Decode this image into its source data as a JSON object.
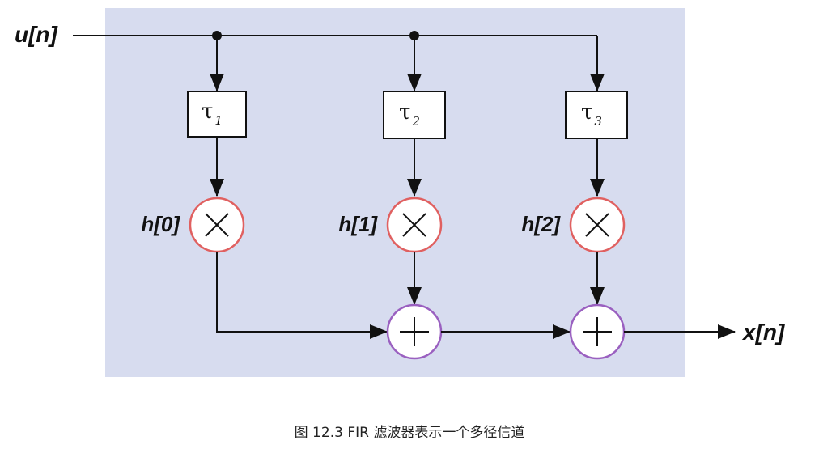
{
  "input_label": "u[n]",
  "output_label": "x[n]",
  "delays": [
    {
      "symbol": "τ",
      "sub": "1"
    },
    {
      "symbol": "τ",
      "sub": "2"
    },
    {
      "symbol": "τ",
      "sub": "3"
    }
  ],
  "coefficients": [
    "h[0]",
    "h[1]",
    "h[2]"
  ],
  "multiplier_symbol": "×",
  "adder_symbol": "+",
  "caption": "图  12.3 FIR 滤波器表示一个多径信道",
  "colors": {
    "panel": "#d7dcef",
    "multiplier_ring": "#e06060",
    "adder_ring": "#9a60c0",
    "line": "#111111"
  }
}
